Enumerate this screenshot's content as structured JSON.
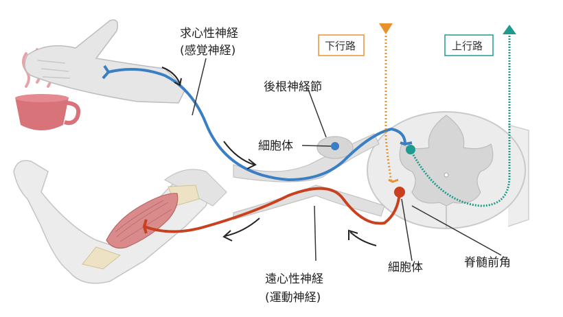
{
  "labels": {
    "afferent_line1": "求心性神経",
    "afferent_line2": "(感覚神経)",
    "dorsal_root_ganglion": "後根神経節",
    "cell_body_sensory": "細胞体",
    "descending_tract": "下行路",
    "ascending_tract": "上行路",
    "efferent_line1": "遠心性神経",
    "efferent_line2": "(運動神経)",
    "cell_body_motor": "細胞体",
    "anterior_horn": "脊髄前角"
  },
  "colors": {
    "sensory": "#3a7fc4",
    "motor": "#c9401e",
    "descending": "#e8922e",
    "ascending": "#1f9a8e",
    "tissue": "#e2e2e2",
    "cup": "#d9737a"
  }
}
